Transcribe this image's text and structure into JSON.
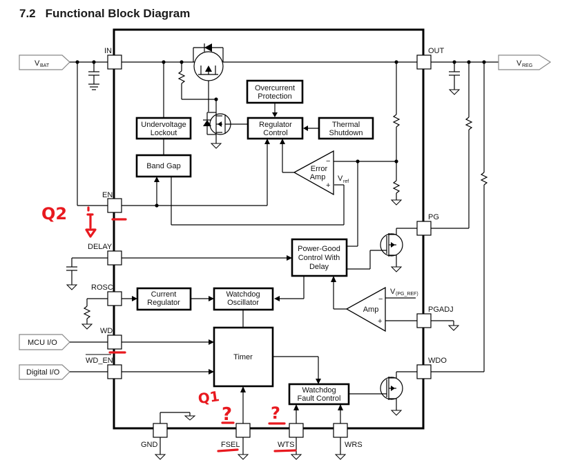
{
  "title": {
    "number": "7.2",
    "text": "Functional Block Diagram"
  },
  "external_ports": {
    "vbat": {
      "main": "V",
      "sub": "BAT"
    },
    "vreg": {
      "main": "V",
      "sub": "REG"
    },
    "mcu_io": "MCU I/O",
    "digital_io": "Digital I/O"
  },
  "pins": {
    "in": "IN",
    "out": "OUT",
    "en": "EN",
    "delay": "DELAY",
    "rosc": "ROSC",
    "wd": "WD",
    "wd_en": "WD_EN",
    "pg": "PG",
    "pgadj": "PGADJ",
    "wdo": "WDO",
    "gnd": "GND",
    "fsel": "FSEL",
    "wts": "WTS",
    "wrs": "WRS"
  },
  "blocks": {
    "overcurrent": [
      "Overcurrent",
      "Protection"
    ],
    "regulator": [
      "Regulator",
      "Control"
    ],
    "thermal": [
      "Thermal",
      "Shutdown"
    ],
    "uvlo": [
      "Undervoltage",
      "Lockout"
    ],
    "bandgap": [
      "Band Gap"
    ],
    "error_amp": [
      "Error",
      "Amp"
    ],
    "pg_control": [
      "Power-Good",
      "Control With",
      "Delay"
    ],
    "current_reg": [
      "Current",
      "Regulator"
    ],
    "wd_osc": [
      "Watchdog",
      "Oscillator"
    ],
    "timer": [
      "Timer"
    ],
    "amp": [
      "Amp"
    ],
    "wd_fault": [
      "Watchdog",
      "Fault Control"
    ]
  },
  "signals": {
    "vref": {
      "main": "V",
      "sub": "ref"
    },
    "vpgref": {
      "main": "V",
      "sub": "(PG_REF)"
    },
    "minus": "−",
    "plus": "+"
  },
  "annotations": {
    "q2": "Q2",
    "q1": "Q1",
    "question_fsel": "?",
    "question_wts": "?"
  }
}
